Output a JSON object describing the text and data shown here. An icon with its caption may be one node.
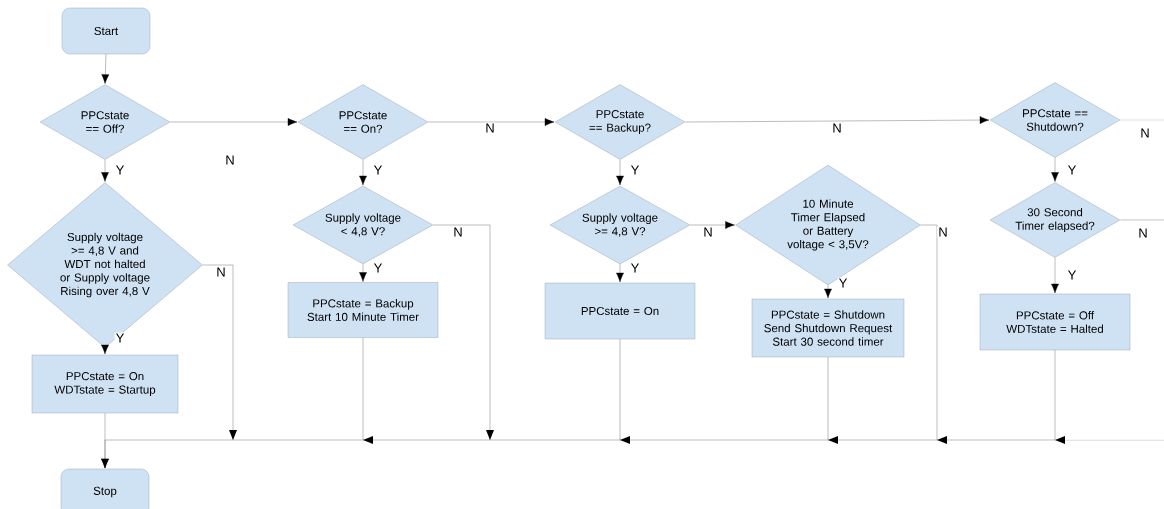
{
  "diagram": {
    "nodes": [
      {
        "text": [
          "Start"
        ]
      },
      {
        "text": [
          "PPCstate == Off?"
        ]
      },
      {
        "text": [
          "Supply voltage >= 4,8 V and WDT not halted or Supply voltage Rising over 4,8 V"
        ]
      },
      {
        "text": [
          "PPCstate = On WDTstate = Startup"
        ]
      },
      {
        "text": [
          "Stop"
        ]
      },
      {
        "text": [
          "PPCstate == On?"
        ]
      },
      {
        "text": [
          "Supply voltage < 4,8 V?"
        ]
      },
      {
        "text": [
          "PPCstate = Backup Start 10 Minute Timer"
        ]
      },
      {
        "text": [
          "PPCstate == Backup?"
        ]
      },
      {
        "text": [
          "Supply voltage >= 4,8 V?"
        ]
      },
      {
        "text": [
          "PPCstate = On"
        ]
      },
      {
        "text": [
          "10 Minute Timer Elapsed or Battery voltage < 3,5V?"
        ]
      },
      {
        "text": [
          "PPCstate = Shutdown Send Shutdown Request Start 30 second timer"
        ]
      },
      {
        "text": [
          "PPCstate == Shutdown?"
        ]
      },
      {
        "text": [
          "30 Second Timer elapsed?"
        ]
      },
      {
        "text": [
          "PPCstate = Off WDTstate = Halted"
        ]
      }
    ],
    "edges": [
      {
        "from": 0,
        "to": 1,
        "arrow": "to"
      },
      {
        "from": 1,
        "to": 2,
        "arrow": "to",
        "label": "Y"
      },
      {
        "from": 1,
        "to": 5,
        "arrow": "to",
        "label": "N"
      },
      {
        "from": 2,
        "to": 3,
        "arrow": "to",
        "label": "Y"
      },
      {
        "from": 2,
        "to": 4,
        "arrow": "to",
        "label": "N"
      },
      {
        "from": 3,
        "to": 4,
        "arrow": "to"
      },
      {
        "from": 5,
        "to": 6,
        "arrow": "to",
        "label": "Y"
      },
      {
        "from": 5,
        "to": 8,
        "arrow": "to",
        "label": "N"
      },
      {
        "from": 6,
        "to": 7,
        "arrow": "to",
        "label": "Y"
      },
      {
        "from": 6,
        "to": 4,
        "arrow": "to",
        "label": "N"
      },
      {
        "from": 7,
        "to": 4,
        "arrow": "to"
      },
      {
        "from": 8,
        "to": 9,
        "arrow": "to",
        "label": "Y"
      },
      {
        "from": 8,
        "to": 13,
        "arrow": "to",
        "label": "N"
      },
      {
        "from": 9,
        "to": 10,
        "arrow": "to",
        "label": "Y"
      },
      {
        "from": 9,
        "to": 11,
        "arrow": "to",
        "label": "N"
      },
      {
        "from": 10,
        "to": 4,
        "arrow": "to"
      },
      {
        "from": 11,
        "to": 12,
        "arrow": "to",
        "label": "Y"
      },
      {
        "from": 11,
        "to": 4,
        "arrow": "to",
        "label": "N"
      },
      {
        "from": 12,
        "to": 4,
        "arrow": "to"
      },
      {
        "from": 13,
        "to": 14,
        "arrow": "to",
        "label": "Y"
      },
      {
        "from": 13,
        "to": null,
        "arrow": "none",
        "label": "N"
      },
      {
        "from": 14,
        "to": 15,
        "arrow": "to",
        "label": "Y"
      },
      {
        "from": 14,
        "to": null,
        "arrow": "none",
        "label": "N"
      },
      {
        "from": 15,
        "to": 4,
        "arrow": "to"
      },
      {
        "from": null,
        "to": 4,
        "arrow": "to"
      }
    ]
  }
}
